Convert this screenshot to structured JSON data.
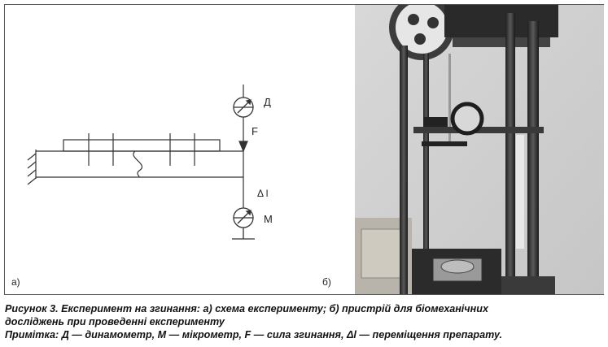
{
  "figure": {
    "panel_a_label": "а)",
    "panel_b_label": "б)",
    "schematic_labels": {
      "dynamometer": "Д",
      "force": "F",
      "displacement": "Δ l",
      "micrometer": "М"
    }
  },
  "caption": {
    "line1": "Рисунок 3. Експеримент на згинання: а) схема експерименту; б) пристрій для біомеханічних",
    "line2": "досліджень при проведенні експерименту",
    "line3": "Примітка: Д — динамометр, М — мікрометр, F — сила згинання, Δl — переміщення препарату."
  }
}
